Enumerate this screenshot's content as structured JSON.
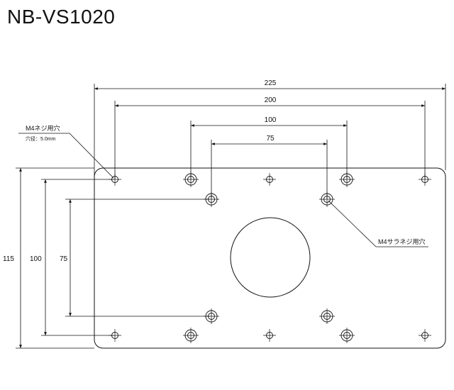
{
  "title": "NB-VS1020",
  "dimensions": {
    "width_outer": "225",
    "width_mid": "200",
    "width_inner": "100",
    "width_center": "75",
    "height_outer": "115",
    "height_mid": "100",
    "height_inner": "75"
  },
  "labels": {
    "m4_hole": "M4ネジ用穴",
    "m4_hole_diameter": "穴径：5.0mm",
    "m4_countersunk": "M4サラネジ用穴"
  },
  "colors": {
    "line": "#111111",
    "background": "#ffffff"
  }
}
